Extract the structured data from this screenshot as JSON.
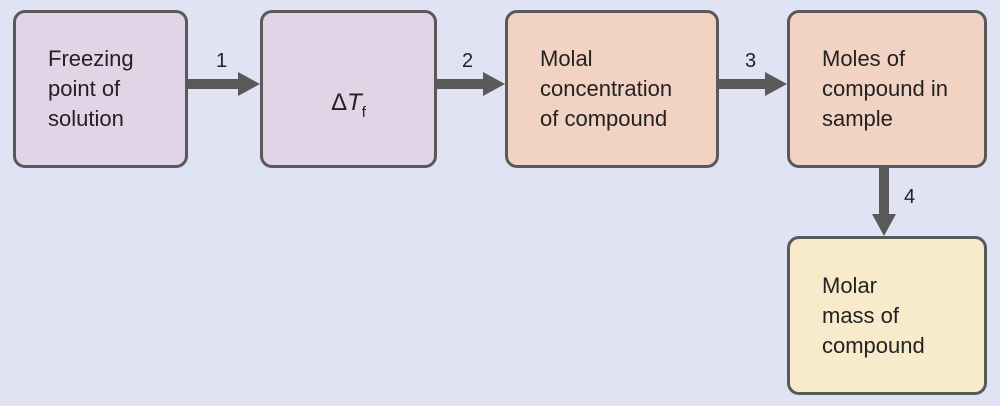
{
  "colors": {
    "background": "#dfe3f3",
    "box_border": "#595959",
    "arrow": "#595959",
    "box_purple": "#e2d3e6",
    "box_salmon": "#f1d2c3",
    "box_yellow": "#f7ebcc"
  },
  "boxes": {
    "freezing_point": [
      "Freezing",
      "point of",
      "solution"
    ],
    "delta_tf": {
      "symbol": "Δ",
      "variable": "T",
      "subscript": "f"
    },
    "molal_concentration": [
      "Molal",
      "concentration",
      "of compound"
    ],
    "moles_of_compound": [
      "Moles of",
      "compound in",
      "sample"
    ],
    "molar_mass": [
      "Molar",
      "mass of",
      "compound"
    ]
  },
  "steps": [
    "1",
    "2",
    "3",
    "4"
  ]
}
